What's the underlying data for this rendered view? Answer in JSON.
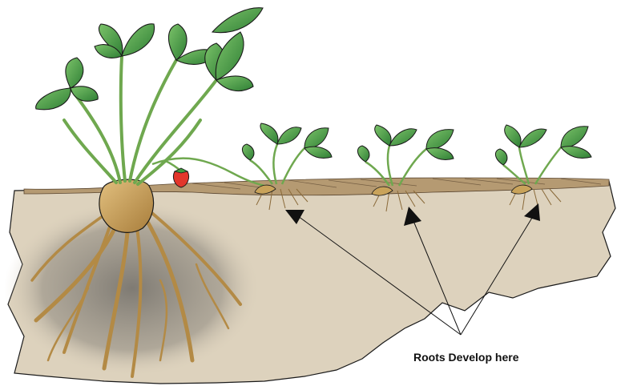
{
  "caption": "Roots Develop here",
  "colors": {
    "soil": "#ddd2bd",
    "soil_dark": "#6e6b66",
    "surface": "#b59a72",
    "leaf": "#3f9b3f",
    "leaf_light": "#7cc36a",
    "stem": "#6fa84f",
    "root": "#c9a35a",
    "crown": "#d3ad6a",
    "berry": "#e2362b",
    "outline": "#1a1a1a"
  },
  "icons": [
    "mother-plant",
    "strawberry-icon",
    "runner-plantlet",
    "arrow-icon"
  ]
}
